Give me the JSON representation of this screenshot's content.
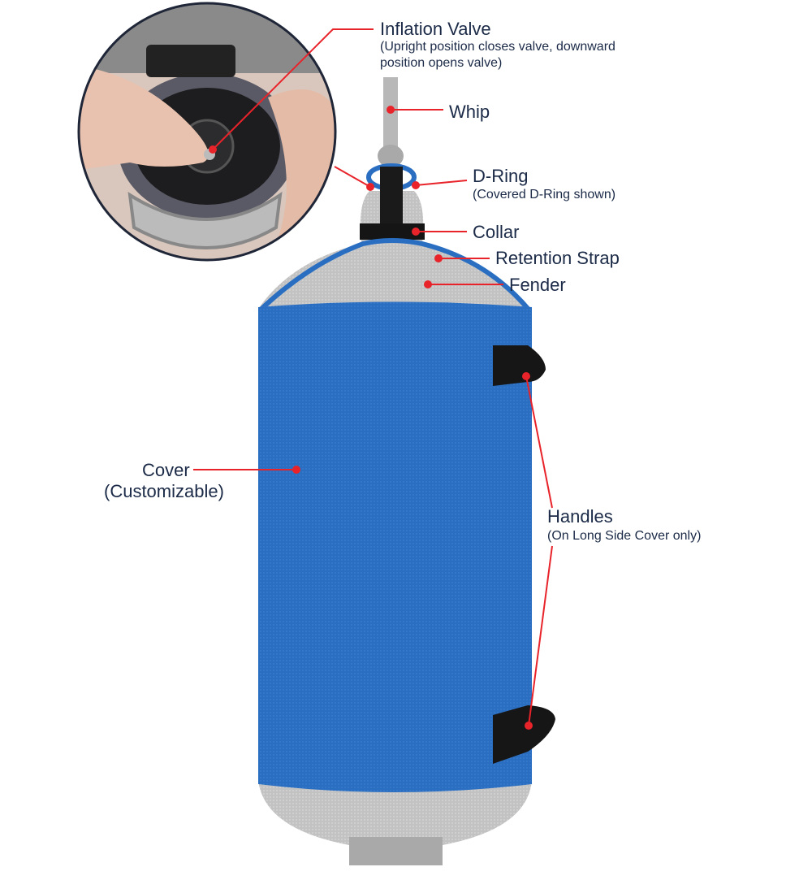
{
  "colors": {
    "text": "#1b2a47",
    "leader": "#e8232a",
    "cover": "#2a6ec2",
    "fender": "#c4c4c4",
    "strap": "#111111"
  },
  "labels": {
    "inflation_valve": {
      "title": "Inflation Valve",
      "note_line1": "(Upright position closes valve, downward",
      "note_line2": "position opens valve)"
    },
    "whip": {
      "title": "Whip"
    },
    "d_ring": {
      "title": "D-Ring",
      "note": "(Covered D-Ring shown)"
    },
    "collar": {
      "title": "Collar"
    },
    "retention_strap": {
      "title": "Retention Strap"
    },
    "fender": {
      "title": "Fender"
    },
    "cover": {
      "title": "Cover",
      "note": "(Customizable)"
    },
    "handles": {
      "title": "Handles",
      "note": "(On Long Side Cover only)"
    }
  }
}
